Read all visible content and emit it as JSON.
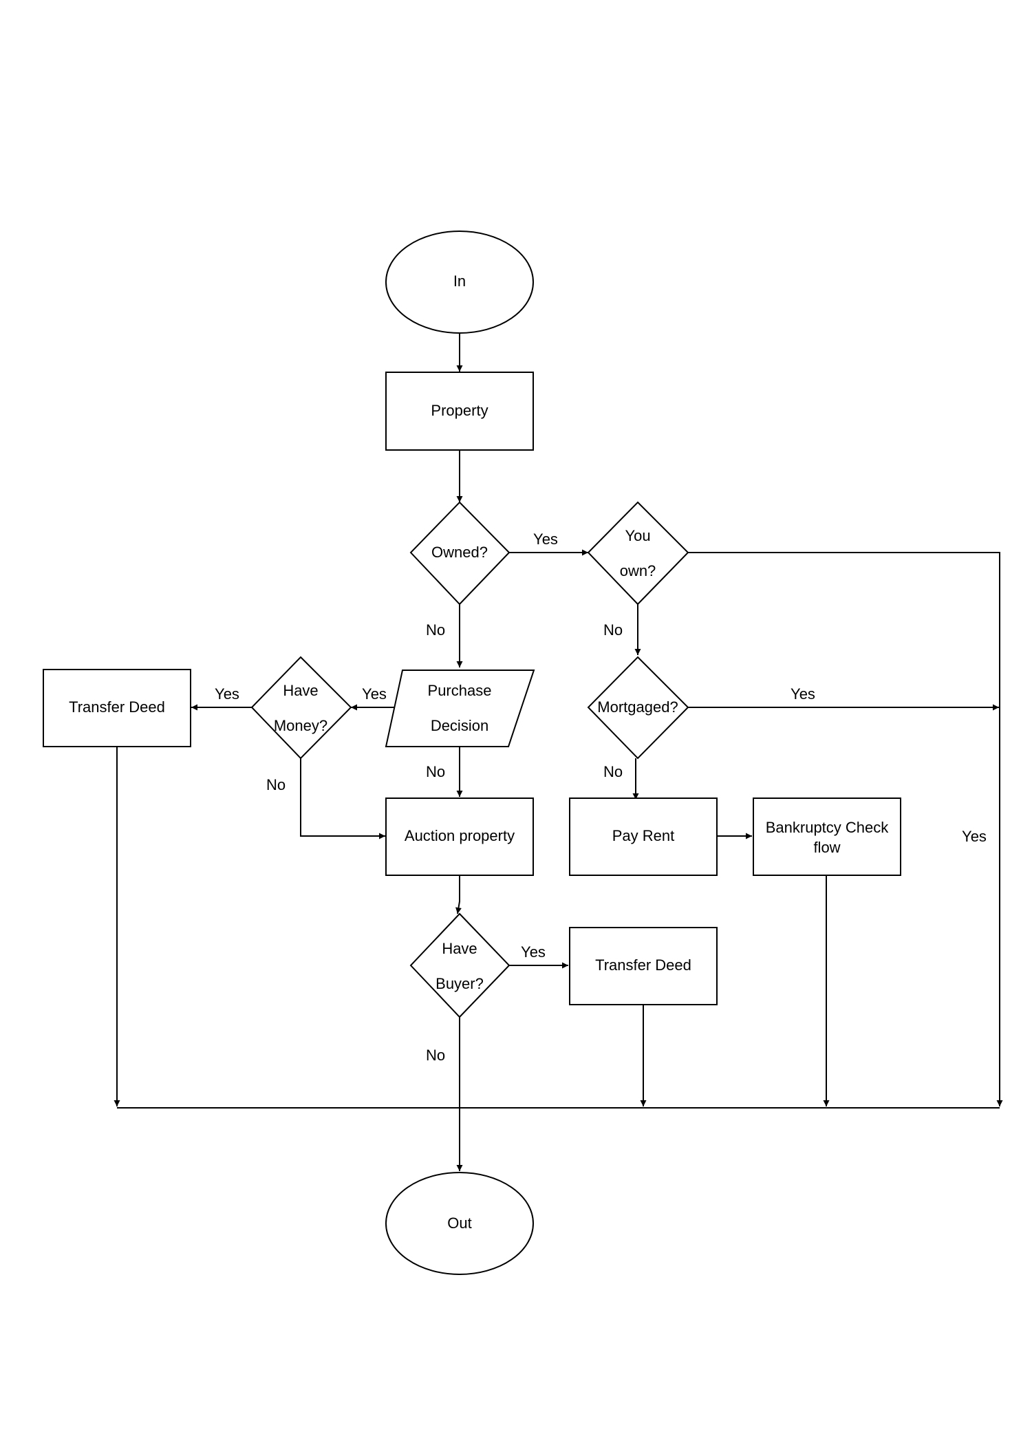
{
  "colors": {
    "stroke": "#000000",
    "background": "#ffffff",
    "text": "#000000"
  },
  "nodes": {
    "in": "In",
    "property": "Property",
    "owned": "Owned?",
    "you_own": [
      "You",
      "own?"
    ],
    "purchase_decision": [
      "Purchase",
      "Decision"
    ],
    "have_money": [
      "Have",
      "Money?"
    ],
    "transfer_deed_left": "Transfer Deed",
    "mortgaged": "Mortgaged?",
    "auction_property": "Auction property",
    "pay_rent": "Pay Rent",
    "bankruptcy_check": [
      "Bankruptcy Check",
      "flow"
    ],
    "have_buyer": [
      "Have",
      "Buyer?"
    ],
    "transfer_deed_bottom": "Transfer Deed",
    "out": "Out"
  },
  "edge_labels": {
    "owned_yes": "Yes",
    "owned_no": "No",
    "you_own_no": "No",
    "purchase_yes": "Yes",
    "purchase_no": "No",
    "money_yes": "Yes",
    "money_no": "No",
    "mortgaged_yes": "Yes",
    "mortgaged_no": "No",
    "you_own_yes": "Yes",
    "buyer_yes": "Yes",
    "buyer_no": "No"
  }
}
